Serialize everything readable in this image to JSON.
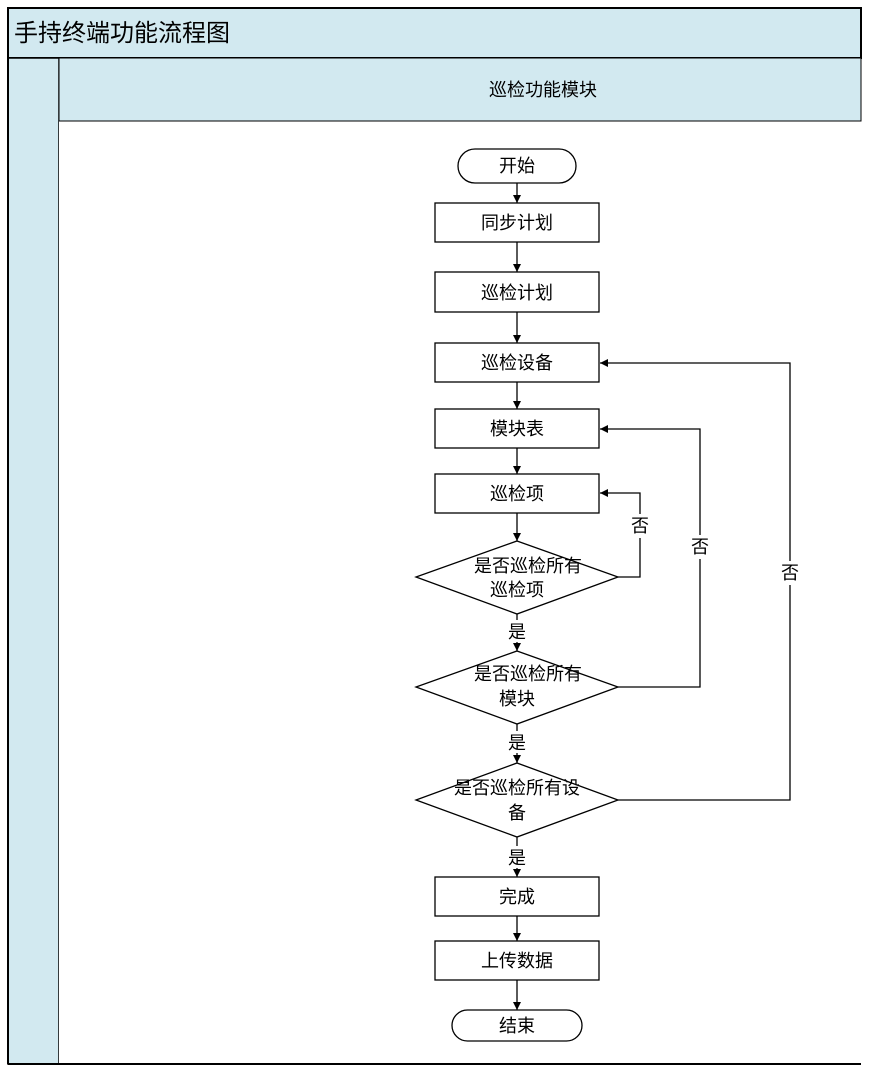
{
  "pool_title": "手持终端功能流程图",
  "lane_title": "巡检功能模块",
  "colors": {
    "header_fill": "#D2E9F0",
    "border": "#000000",
    "shape_fill": "#FFFFFF"
  },
  "nodes": {
    "start": "开始",
    "sync_plan": "同步计划",
    "inspection_plan": "巡检计划",
    "inspection_device": "巡检设备",
    "module_table": "模块表",
    "inspection_item": "巡检项",
    "decision_items": {
      "line1": "是否巡检所有",
      "line2": "巡检项"
    },
    "decision_modules": {
      "line1": "是否巡检所有",
      "line2": "模块"
    },
    "decision_devices": {
      "line1": "是否巡检所有设",
      "line2": "备"
    },
    "complete": "完成",
    "upload_data": "上传数据",
    "end": "结束"
  },
  "edge_labels": {
    "items_yes": "是",
    "modules_yes": "是",
    "devices_yes": "是",
    "items_no": "否",
    "modules_no": "否",
    "devices_no": "否"
  }
}
